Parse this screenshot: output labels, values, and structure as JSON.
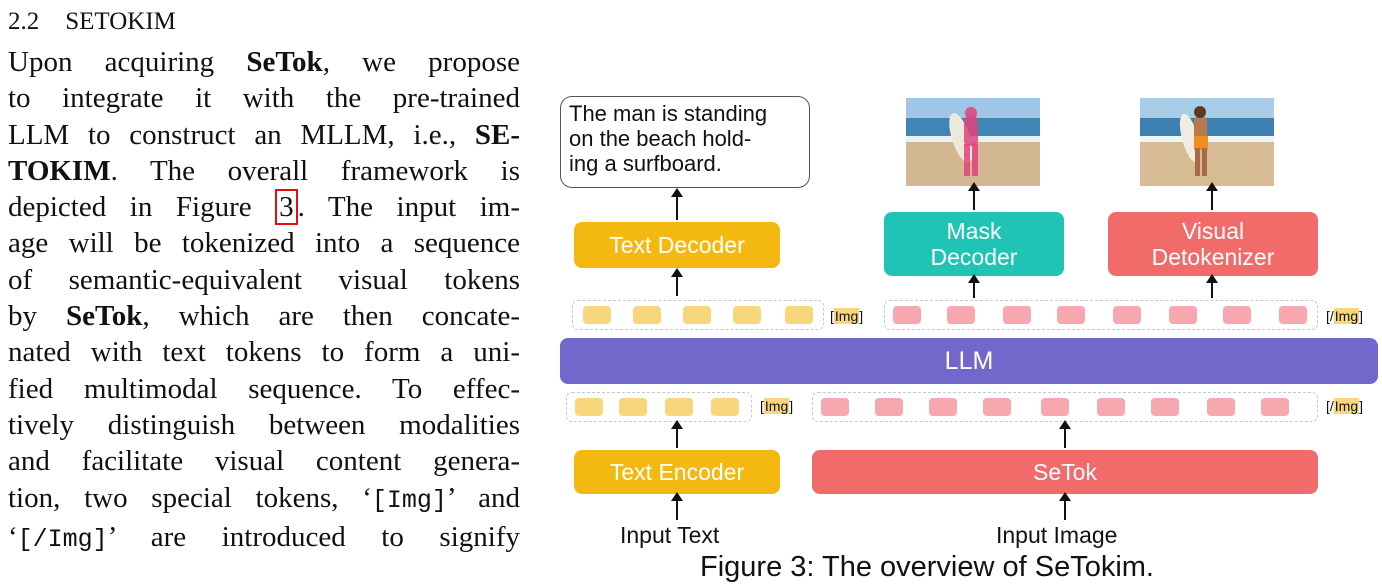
{
  "section": {
    "number": "2.2",
    "title": "SETOKIM"
  },
  "paragraph": {
    "l1a": "Upon acquiring ",
    "l1b": "SeTok",
    "l1c": ", we propose",
    "l2": "to integrate it with the pre-trained",
    "l3a": "LLM to construct an MLLM, i.e., ",
    "l3b": "SE-",
    "l4a": "TOKIM",
    "l4b": ".  The overall framework is",
    "l5a": "depicted in Figure ",
    "l5ref": "3",
    "l5b": ".  The input im-",
    "l6": "age will be tokenized into a sequence",
    "l7": "of semantic-equivalent visual tokens",
    "l8a": "by ",
    "l8b": "SeTok",
    "l8c": ", which are then concate-",
    "l9": "nated with text tokens to form a uni-",
    "l10": "fied multimodal sequence.  To effec-",
    "l11": "tively distinguish between modalities",
    "l12": "and facilitate visual content genera-",
    "l13a": "tion, two special tokens, ‘",
    "l13m": "[Img]",
    "l13b": "’ and",
    "l14a": "‘",
    "l14m": "[/Img]",
    "l14b": "’ are introduced to signify"
  },
  "figure": {
    "output_text": "The man is standing on the beach hold- ing a surfboard.",
    "output_text_lines": [
      "The man is standing",
      "on the beach hold-",
      "ing a surfboard."
    ],
    "text_decoder": "Text Decoder",
    "mask_decoder": [
      "Mask",
      "Decoder"
    ],
    "visual_detokenizer": [
      "Visual",
      "Detokenizer"
    ],
    "llm": "LLM",
    "text_encoder": "Text Encoder",
    "setok": "SeTok",
    "img_open_tag": "[Img]",
    "img_close_tag": "[/Img]",
    "input_text": "Input Text",
    "input_image": "Input Image",
    "caption": "Figure 3: The overview of SeTokim."
  },
  "colors": {
    "yellow": "#f4b910",
    "teal": "#1fc4b4",
    "red": "#f16b6b",
    "llm": "#7467cc"
  },
  "icons": [
    "beach-photo-mask",
    "beach-photo-detokenized",
    "arrow-up"
  ]
}
